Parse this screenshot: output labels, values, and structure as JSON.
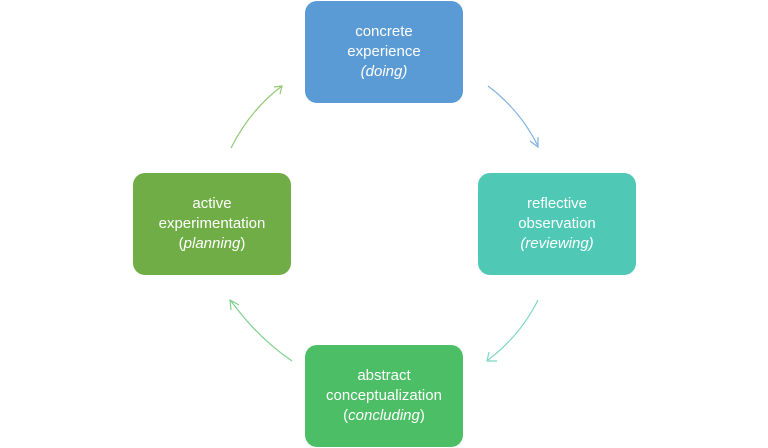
{
  "diagram": {
    "nodes": [
      {
        "id": "top",
        "line1": "concrete",
        "line2": "experience",
        "line3": "(doing)",
        "color": "#5b9bd5"
      },
      {
        "id": "right",
        "line1": "reflective",
        "line2": "observation",
        "line3": "(reviewing)",
        "color": "#4fc9b5"
      },
      {
        "id": "bottom",
        "line1": "abstract",
        "line2": "conceptualization",
        "line3_word": "concluding",
        "line3_open": "(",
        "line3_close": ")",
        "color": "#4cbf66"
      },
      {
        "id": "left",
        "line1": "active",
        "line2": "experimentation",
        "line3_word": "planning",
        "line3_open": "(",
        "line3_close": ")",
        "color": "#70ad47"
      }
    ],
    "arrow_colors": {
      "top_to_right": "#7fb2e2",
      "right_to_bottom": "#7ed6c4",
      "bottom_to_left": "#80d28f",
      "left_to_top": "#93c776"
    }
  }
}
